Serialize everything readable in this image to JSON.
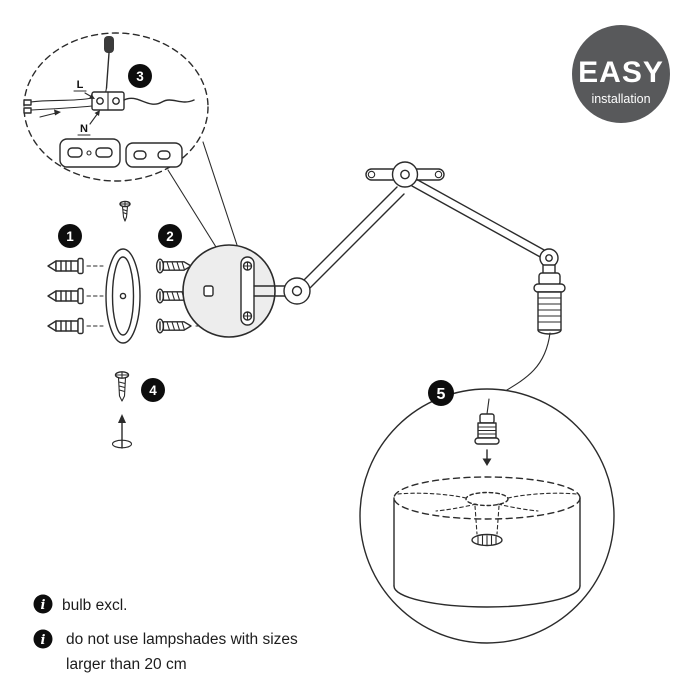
{
  "easy_badge": {
    "title": "EASY",
    "subtitle": "installation"
  },
  "steps": [
    {
      "label": "1"
    },
    {
      "label": "2"
    },
    {
      "label": "3"
    },
    {
      "label": "4"
    },
    {
      "label": "5"
    }
  ],
  "wiring": {
    "live_label": "L",
    "neutral_label": "N"
  },
  "notes": {
    "info_symbol": "i",
    "bulb": "bulb excl.",
    "lampshade_line1": "do not use lampshades with sizes",
    "lampshade_line2": "larger than 20 cm"
  },
  "colors": {
    "easy_badge_bg": "#58595b",
    "step_badge_bg": "#0d0d0d",
    "outline": "#2b2b2b"
  }
}
